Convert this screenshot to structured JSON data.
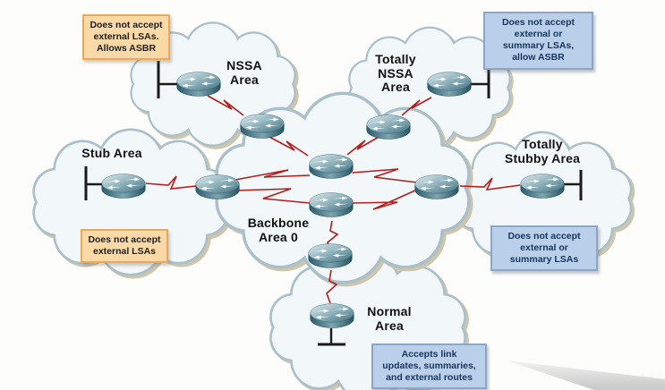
{
  "areas": [
    {
      "id": "nssa",
      "label": "NSSA\nArea"
    },
    {
      "id": "totally-nssa",
      "label": "Totally\nNSSA\nArea"
    },
    {
      "id": "stub",
      "label": "Stub Area"
    },
    {
      "id": "totally-stubby",
      "label": "Totally\nStubby Area"
    },
    {
      "id": "backbone",
      "label": "Backbone\nArea 0"
    },
    {
      "id": "normal",
      "label": "Normal\nArea"
    }
  ],
  "notes": [
    {
      "id": "nssa-note",
      "style": "orange",
      "text": "Does not accept\nexternal LSAs.\nAllows ASBR"
    },
    {
      "id": "totally-nssa-note",
      "style": "blue",
      "text": "Does not accept\nexternal or\nsummary LSAs,\nallow ASBR"
    },
    {
      "id": "stub-note",
      "style": "orange",
      "text": "Does not accept\nexternal LSAs"
    },
    {
      "id": "totally-stubby-note",
      "style": "blue",
      "text": "Does not accept\nexternal or\nsummary LSAs"
    },
    {
      "id": "normal-note",
      "style": "blue",
      "text": "Accepts link\nupdates, summaries,\nand external routes"
    }
  ],
  "icons": {
    "router": "cisco-router-cylinder",
    "cloud": "network-area-cloud",
    "link": "red-zigzag-serial-link",
    "segment": "ethernet-t-bar-segment",
    "pointer": "gray-pointer-wedge"
  },
  "colors": {
    "background": "#fdfdfb",
    "note_orange_fill": "#fbd9a6",
    "note_orange_border": "#e9a95d",
    "note_blue_fill": "#bacfe9",
    "note_blue_border": "#8ea6c6",
    "note_blue_text": "#17365d",
    "link_red": "#b51d1d",
    "cloud_fill": "#f2f7f9",
    "cloud_stroke": "#a9bfca",
    "cloud_shadow": "#cdc5ac",
    "router_teal": "#43707f"
  }
}
